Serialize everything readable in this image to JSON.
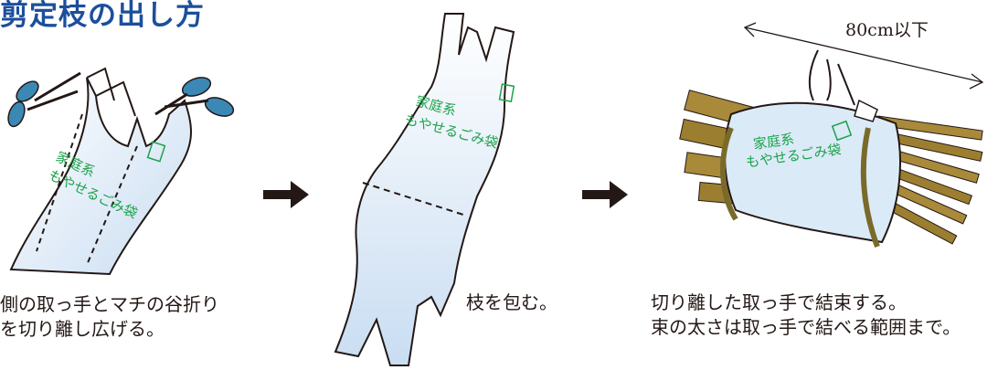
{
  "title": "剪定枝の出し方",
  "steps": [
    {
      "bag_label_line1": "家庭系",
      "bag_label_line2": "もやせるごみ袋",
      "caption_line1": "側の取っ手とマチの谷折り",
      "caption_line2": "を切り離し広げる。"
    },
    {
      "bag_label_line1": "家庭系",
      "bag_label_line2": "もやせるごみ袋",
      "caption_line1": "枝を包む。"
    },
    {
      "bag_label_line1": "家庭系",
      "bag_label_line2": "もやせるごみ袋",
      "measure": "80cm以下",
      "caption_line1": "切り離した取っ手で結束する。",
      "caption_line2": "束の太さは取っ手で結べる範囲まで。"
    }
  ],
  "colors": {
    "title": "#1c4f9c",
    "bag_text": "#1ca24a",
    "scissors": "#3b88b5",
    "bag_fill": "#dbeaf7",
    "branches": "#a88a3a",
    "arrow": "#231815"
  }
}
